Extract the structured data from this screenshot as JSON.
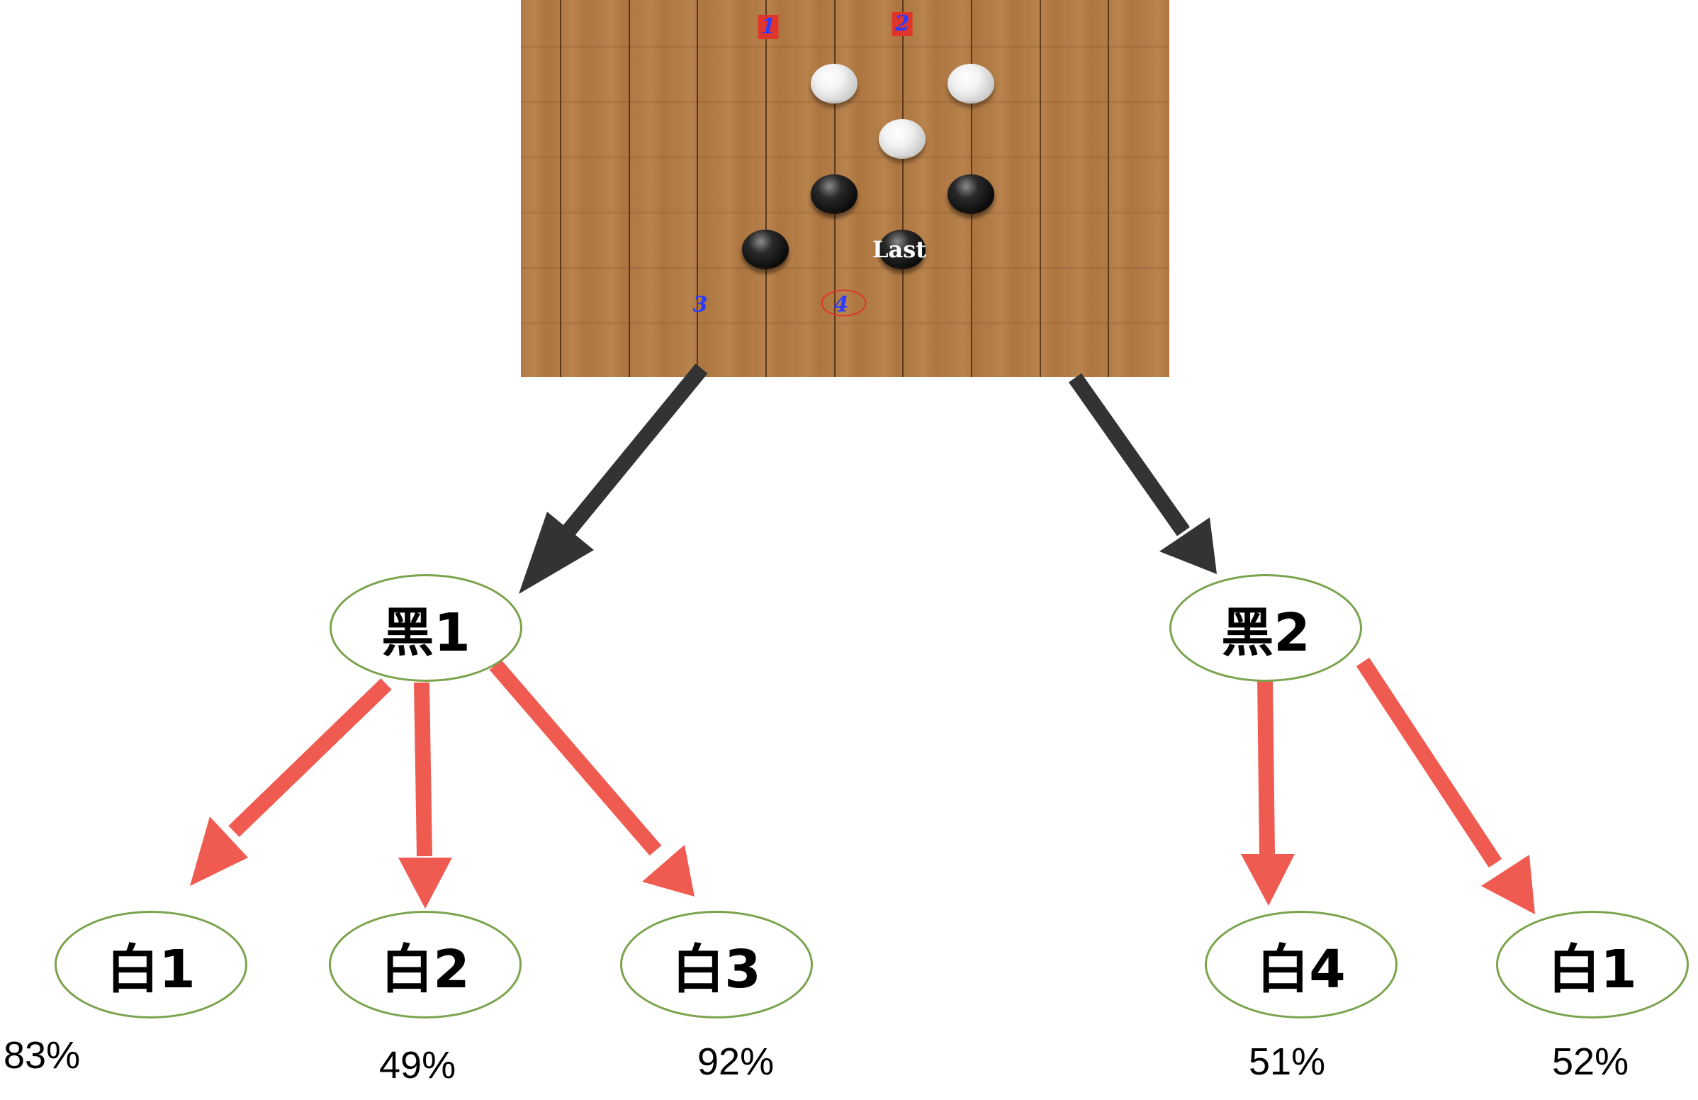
{
  "board": {
    "stone_label": "Last",
    "candidate_marks": [
      "1",
      "2",
      "3",
      "4"
    ]
  },
  "tree": {
    "black_nodes": [
      {
        "label": "黑1"
      },
      {
        "label": "黑2"
      }
    ],
    "white_nodes": [
      {
        "label": "白1",
        "percent": "83%"
      },
      {
        "label": "白2",
        "percent": "49%"
      },
      {
        "label": "白3",
        "percent": "92%"
      },
      {
        "label": "白4",
        "percent": "51%"
      },
      {
        "label": "白1",
        "percent": "52%"
      }
    ]
  },
  "colors": {
    "black_arrow": "#333333",
    "red_arrow": "#ef5b50",
    "node_border": "#7aa34c"
  }
}
